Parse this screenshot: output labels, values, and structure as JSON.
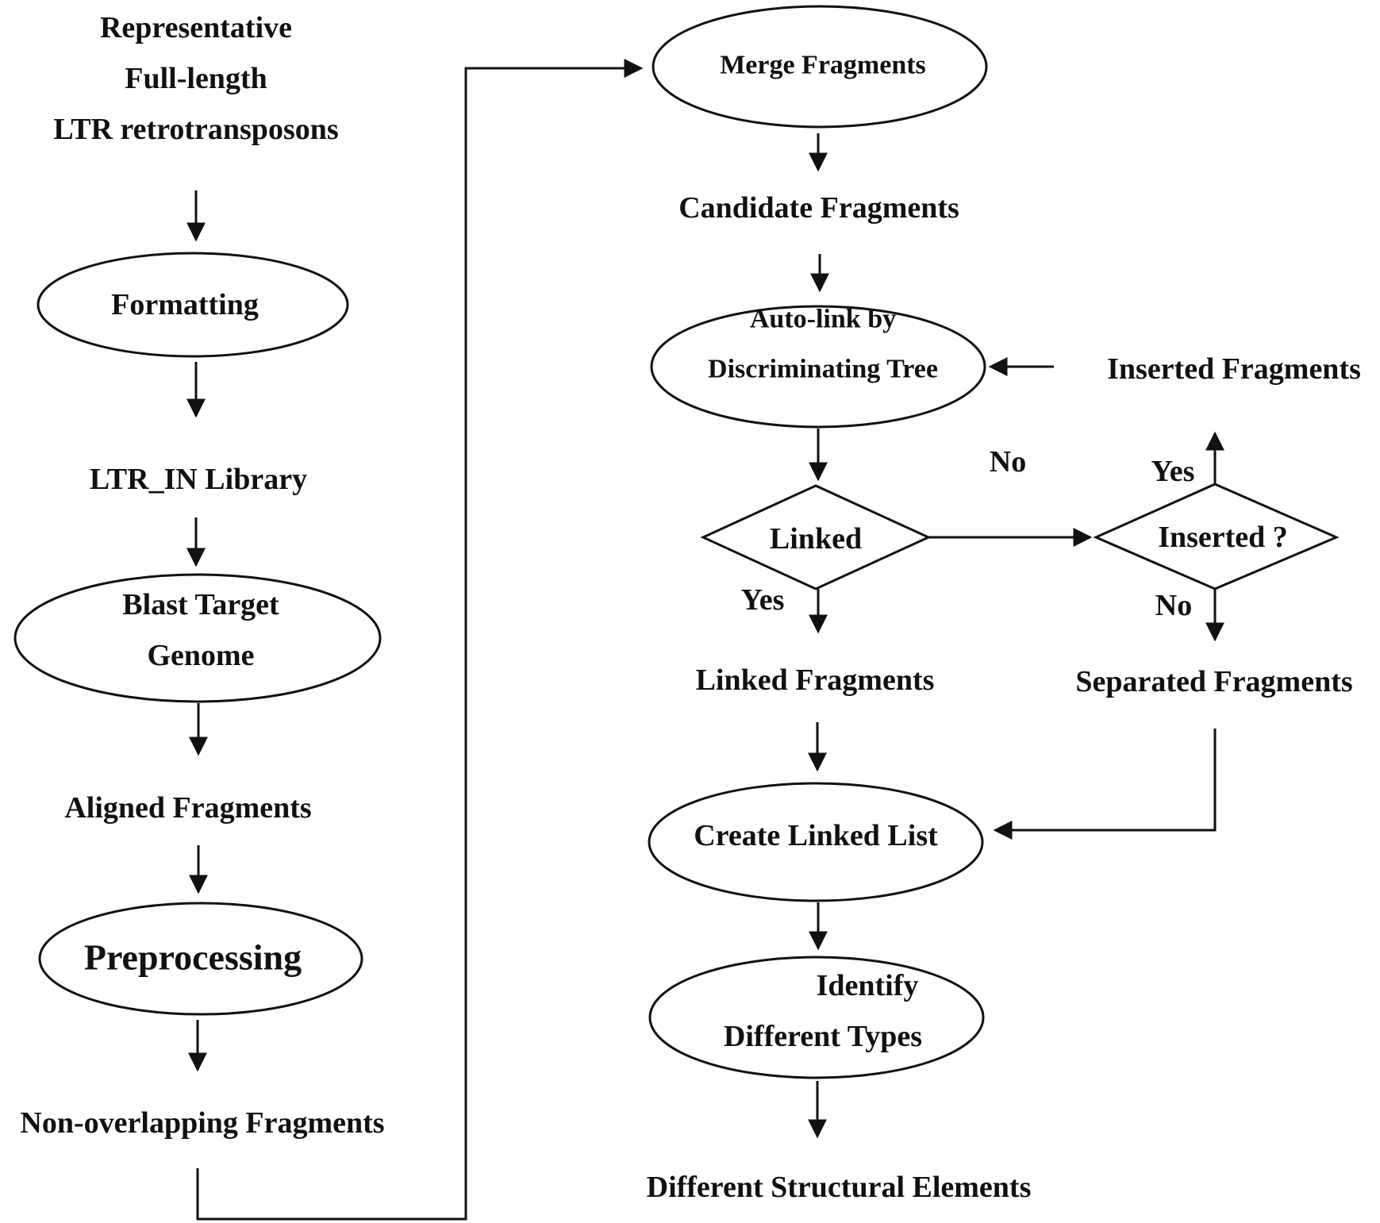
{
  "colors": {
    "line": "#111111",
    "background": "#ffffff"
  },
  "left_column": {
    "input_line1": "Representative",
    "input_line2": "Full-length",
    "input_line3": "LTR retrotransposons",
    "formatting": "Formatting",
    "library": "LTR_IN Library",
    "blast_line1": "Blast Target",
    "blast_line2": "Genome",
    "aligned": "Aligned Fragments",
    "preprocessing": "Preprocessing",
    "non_overlapping": "Non-overlapping Fragments"
  },
  "right_column": {
    "merge": "Merge Fragments",
    "candidate": "Candidate Fragments",
    "autolink_line1": "Auto-link by",
    "autolink_line2": "Discriminating Tree",
    "inserted_fragments": "Inserted Fragments",
    "linked_decision": "Linked",
    "inserted_decision": "Inserted ?",
    "label_no_linked": "No",
    "label_yes_linked": "Yes",
    "label_yes_inserted": "Yes",
    "label_no_inserted": "No",
    "linked_fragments": "Linked Fragments",
    "separated_fragments": "Separated Fragments",
    "create_list": "Create Linked List",
    "identify_line1": "Identify",
    "identify_line2": "Different Types",
    "output": "Different Structural Elements"
  }
}
